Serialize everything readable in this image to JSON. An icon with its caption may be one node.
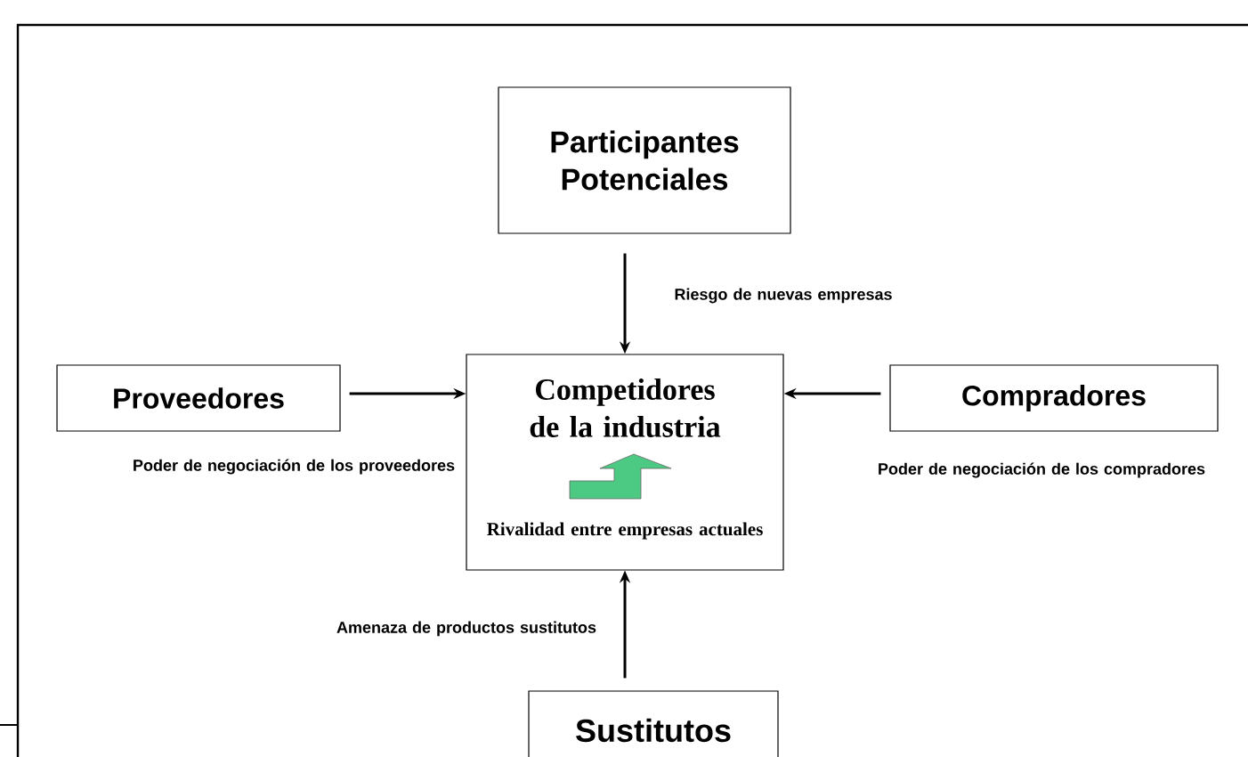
{
  "diagram": {
    "nodes": [
      {
        "text": [
          "Participantes Potenciales"
        ]
      },
      {
        "text": [
          "Proveedores"
        ]
      },
      {
        "text": [
          "Competidores de la industria",
          "Rivalidad entre empresas actuales"
        ]
      },
      {
        "text": [
          "Compradores"
        ]
      },
      {
        "text": [
          "Sustitutos"
        ]
      }
    ],
    "edges": [
      {
        "from": 0,
        "to": 2,
        "arrow": "to",
        "label": "Riesgo de nuevas empresas"
      },
      {
        "from": 1,
        "to": 2,
        "arrow": "to",
        "label": "Poder de negociación de los proveedores"
      },
      {
        "from": 3,
        "to": 2,
        "arrow": "to",
        "label": "Poder de negociación de los compradores"
      },
      {
        "from": 4,
        "to": 2,
        "arrow": "to",
        "label": "Amenaza de productos sustitutos"
      }
    ]
  }
}
